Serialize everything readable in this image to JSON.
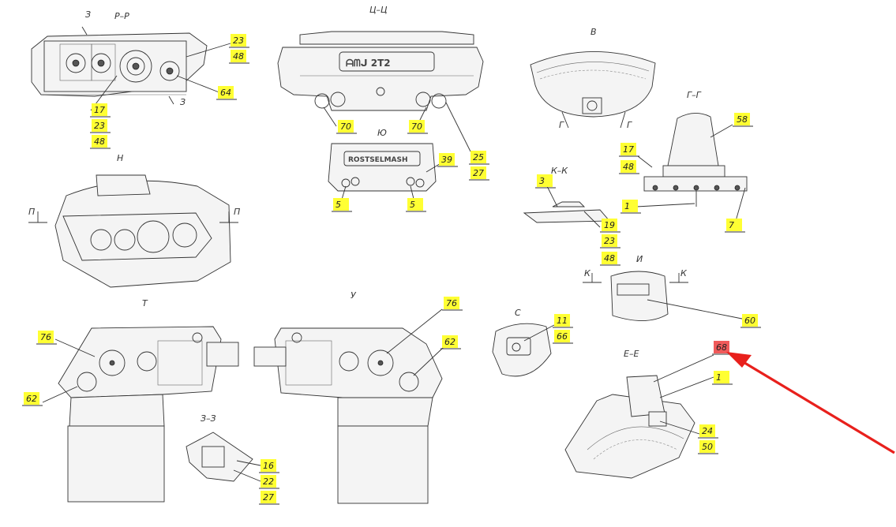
{
  "views": [
    {
      "id": "p-p",
      "title": "Р–Р"
    },
    {
      "id": "c-c",
      "title": "Ц–Ц"
    },
    {
      "id": "v",
      "title": "В"
    },
    {
      "id": "g-g",
      "title": "Г–Г"
    },
    {
      "id": "yu",
      "title": "Ю"
    },
    {
      "id": "k-k",
      "title": "К–К"
    },
    {
      "id": "n",
      "title": "Н"
    },
    {
      "id": "i",
      "title": "И"
    },
    {
      "id": "t",
      "title": "Т"
    },
    {
      "id": "u",
      "title": "У"
    },
    {
      "id": "s",
      "title": "С"
    },
    {
      "id": "e-e",
      "title": "Е–Е"
    },
    {
      "id": "z-z",
      "title": "З–З"
    }
  ],
  "section_marks": {
    "z_top": "З",
    "z_bottom": "З",
    "g_left": "Г",
    "g_right": "Г",
    "p_left": "П",
    "p_right": "П",
    "k_left": "К",
    "k_right": "К"
  },
  "embossed_text": {
    "c_c_logo": "ᗩᗰᒍ 2T2",
    "yu_logo": "ROSTSELMASH"
  },
  "part_labels": [
    "23",
    "48",
    "64",
    "17",
    "23",
    "48",
    "70",
    "70",
    "25",
    "27",
    "39",
    "5",
    "5",
    "58",
    "17",
    "48",
    "1",
    "7",
    "3",
    "19",
    "23",
    "48",
    "60",
    "76",
    "62",
    "76",
    "62",
    "11",
    "66",
    "68",
    "1",
    "24",
    "50",
    "16",
    "22",
    "27"
  ],
  "colors": {
    "label_fill": "#ffff33",
    "highlight_fill": "#f05a5a",
    "arrow": "#e8201c",
    "line": "#333333"
  }
}
